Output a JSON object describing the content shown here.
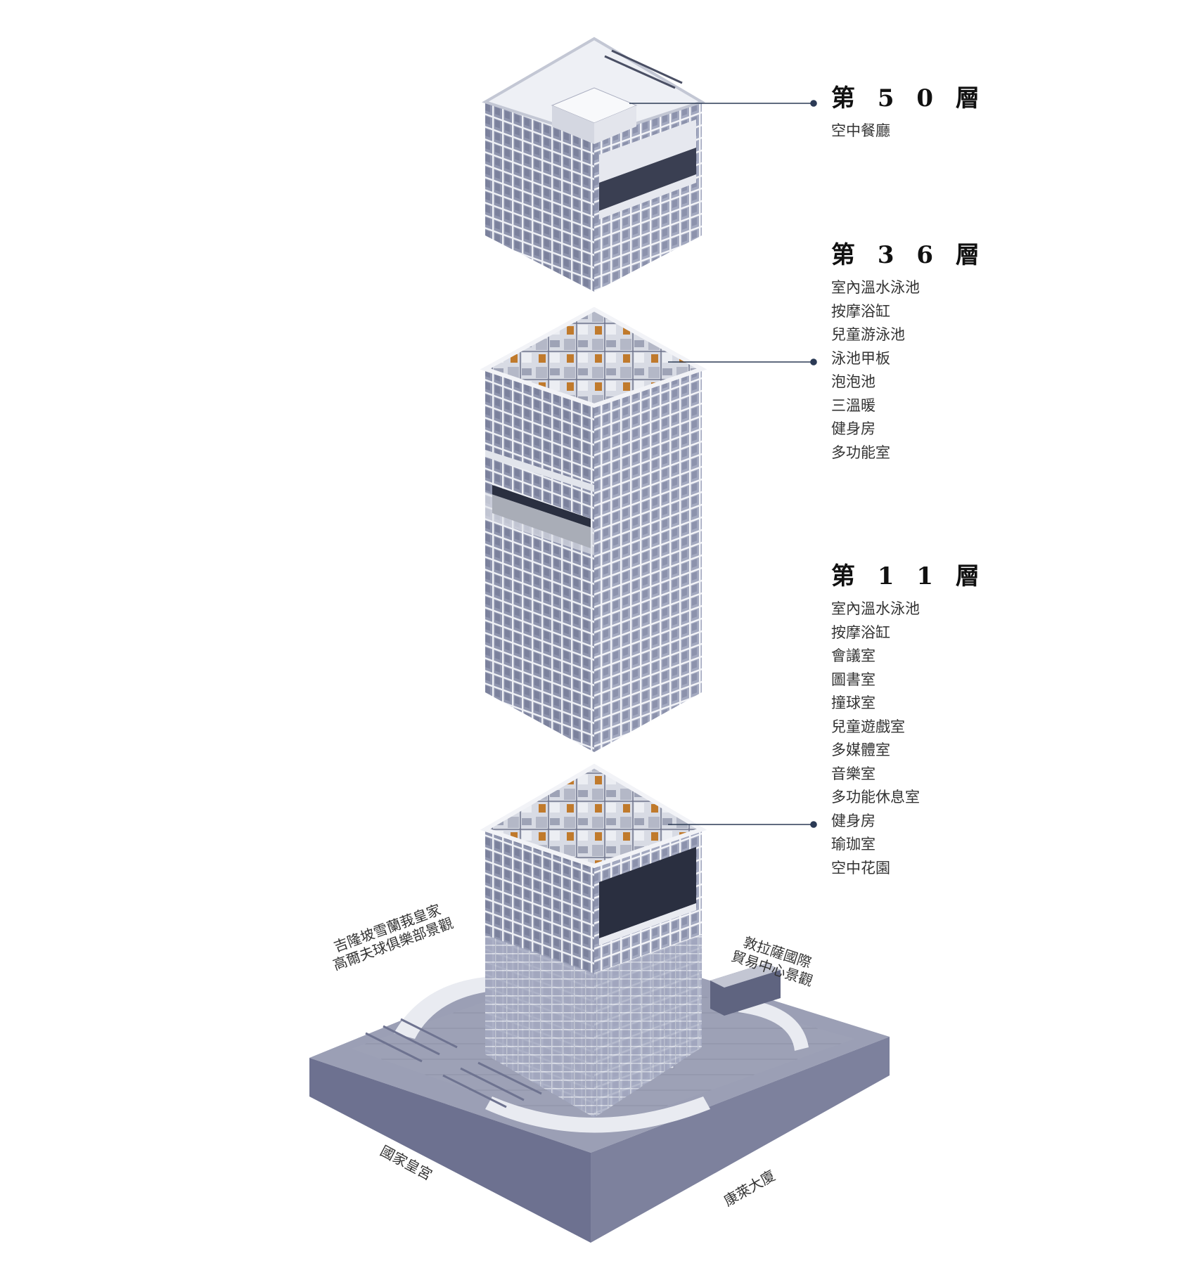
{
  "floors": [
    {
      "title": "第 5 0 層",
      "amenities": [
        "空中餐廳"
      ]
    },
    {
      "title": "第 3 6 層",
      "amenities": [
        "室內溫水泳池",
        "按摩浴缸",
        "兒童游泳池",
        "泳池甲板",
        "泡泡池",
        "三溫暖",
        "健身房",
        "多功能室"
      ]
    },
    {
      "title": "第 1 1 層",
      "amenities": [
        "室內溫水泳池",
        "按摩浴缸",
        "會議室",
        "圖書室",
        "撞球室",
        "兒童遊戲室",
        "多媒體室",
        "音樂室",
        "多功能休息室",
        "健身房",
        "瑜珈室",
        "空中花園"
      ]
    }
  ],
  "site_labels": {
    "golf_line1": "吉隆坡雪蘭莪皇家",
    "golf_line2": "高爾夫球俱樂部景觀",
    "trade_line1": "敦拉薩國際",
    "trade_line2": "貿易中心景觀",
    "palace": "國家皇宮",
    "building": "康萊大廈"
  },
  "colors": {
    "facade": "#9aa0b8",
    "grid": "#e6e8ef",
    "slab": "#c9cdd9",
    "base_top": "#8e92aa",
    "base_side": "#6d7190",
    "accent_wood": "#c07a2c",
    "leader": "#2b3a55"
  }
}
